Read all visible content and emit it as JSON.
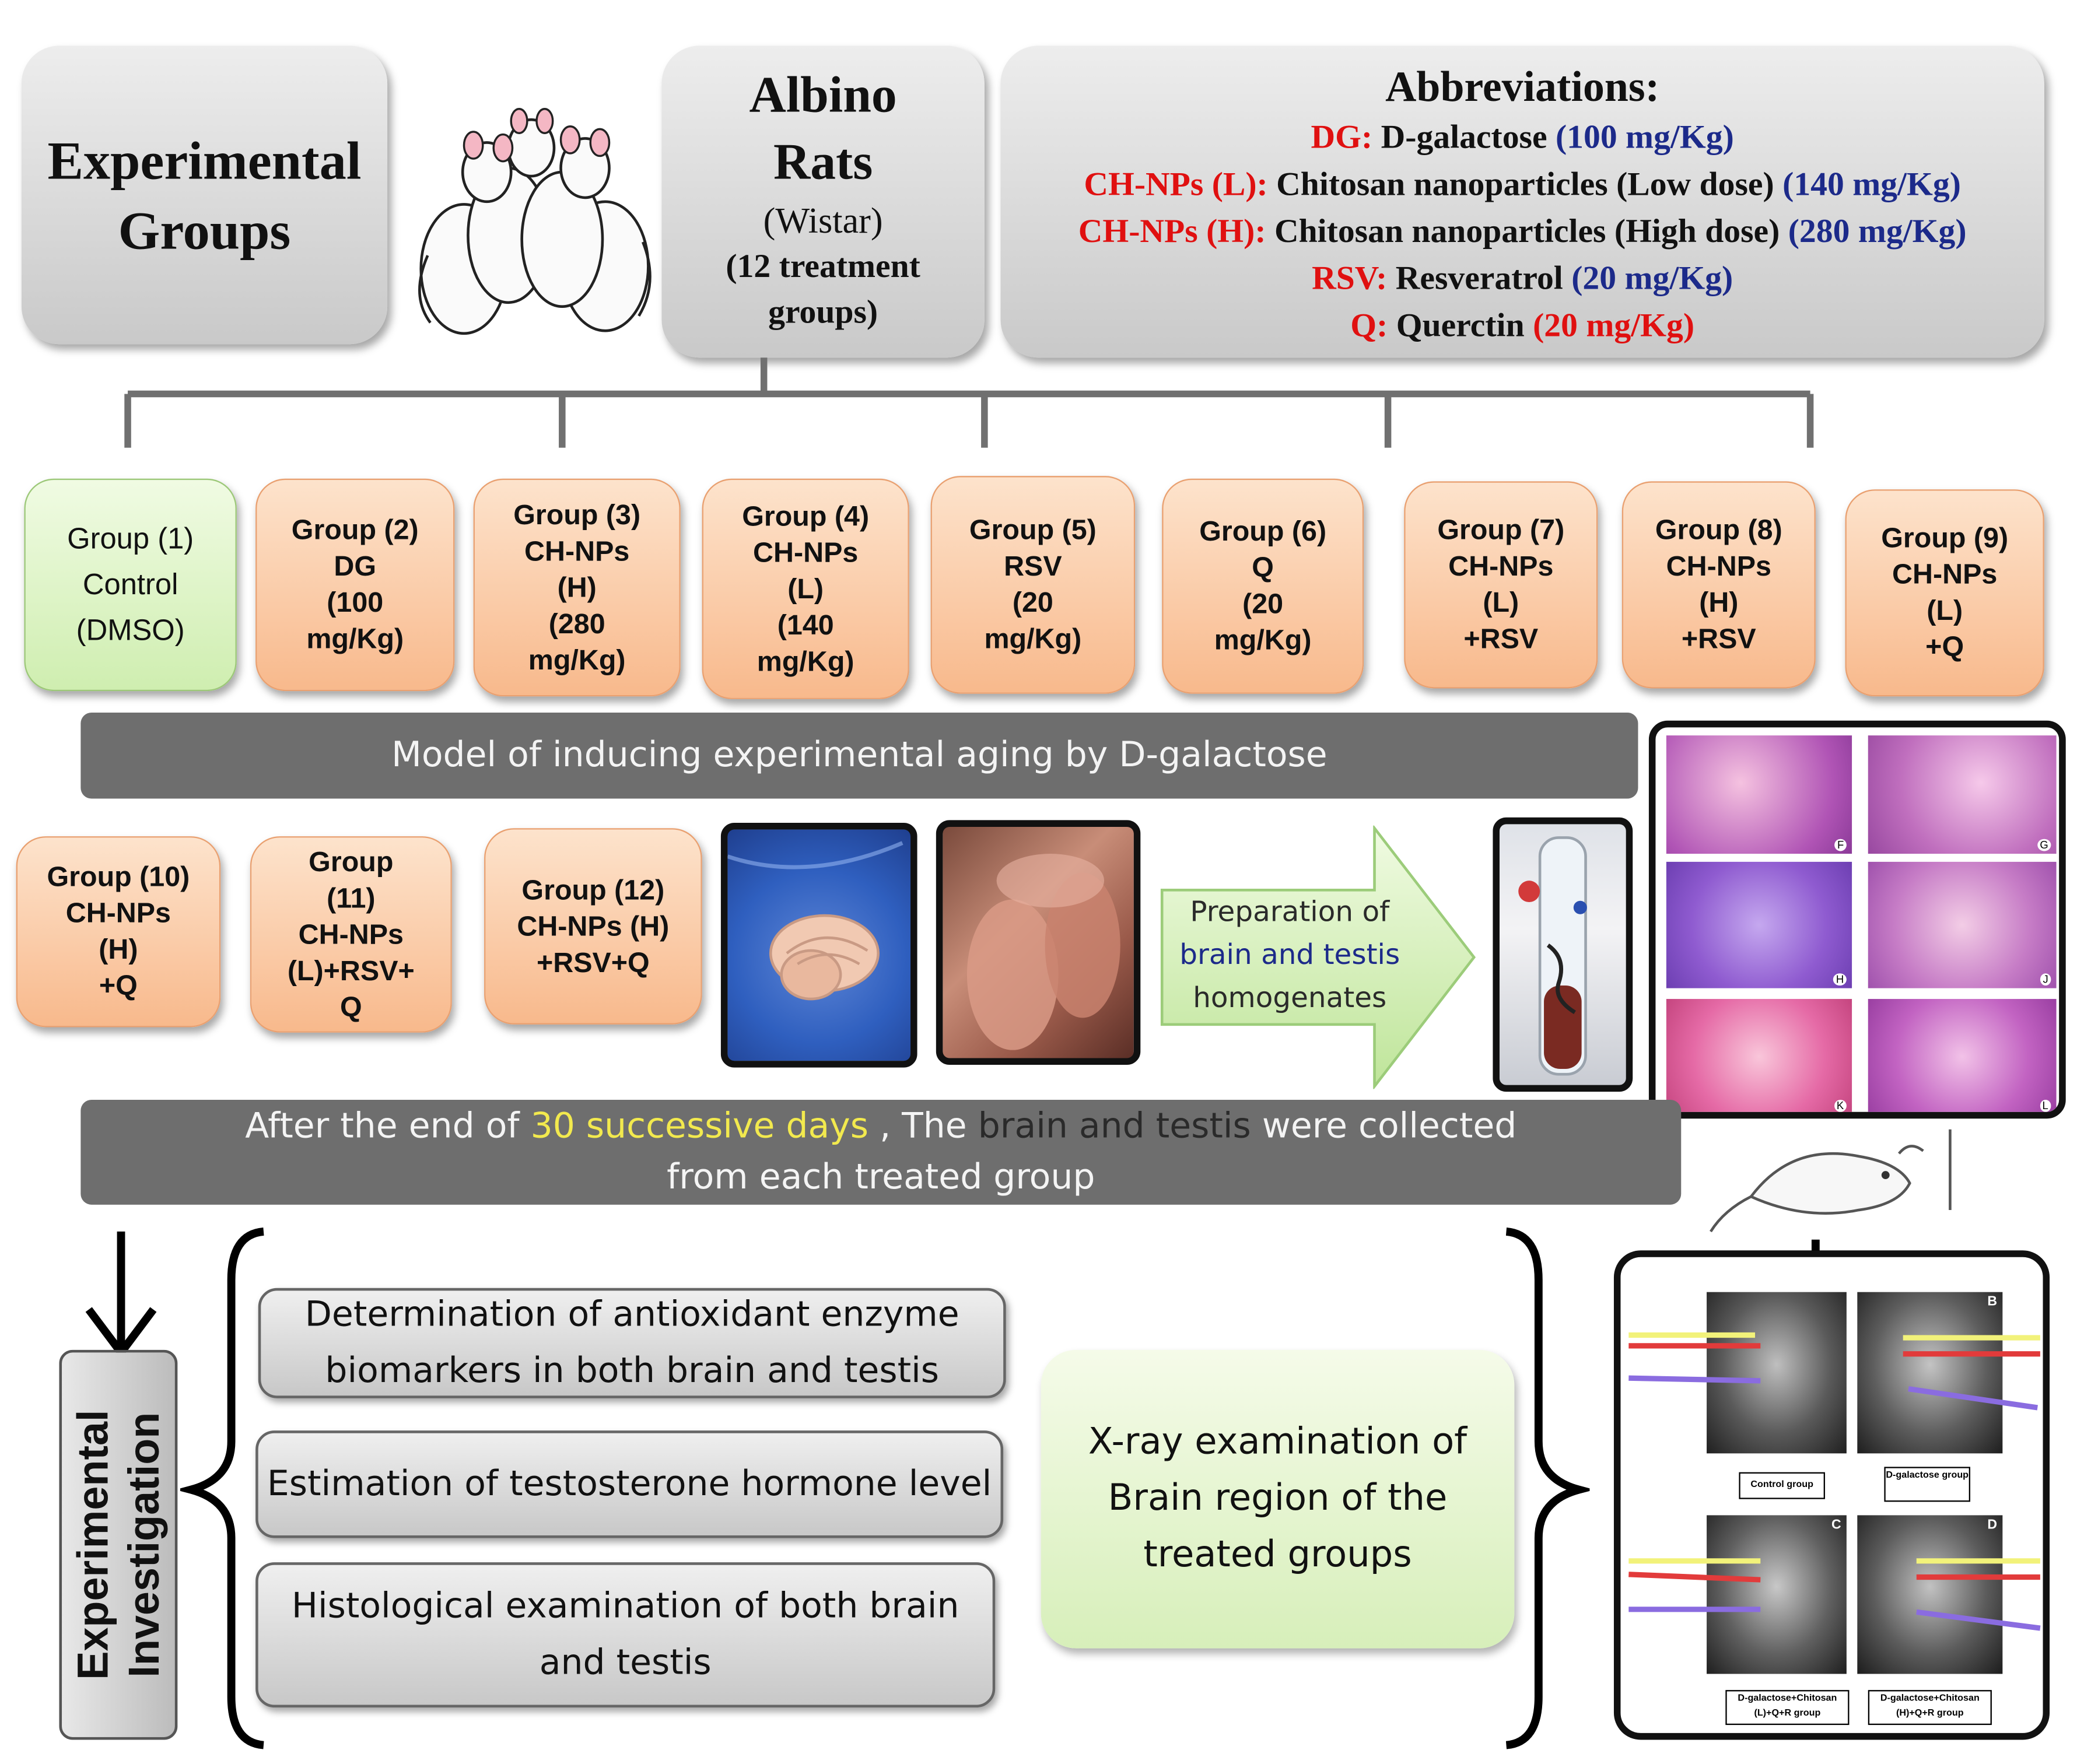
{
  "header": {
    "experimental_groups": [
      "Experimental",
      "Groups"
    ],
    "albino": {
      "title": [
        "Albino",
        "Rats"
      ],
      "strain": "(Wistar)",
      "count": [
        "(12 treatment",
        "groups)"
      ]
    }
  },
  "abbreviations": {
    "title": "Abbreviations:",
    "items": [
      {
        "abbr": "DG:",
        "name": " D-galactose ",
        "dose": "(100 mg/Kg)"
      },
      {
        "abbr": "CH-NPs (L):",
        "name": " Chitosan nanoparticles (Low dose) ",
        "dose": "(140 mg/Kg)"
      },
      {
        "abbr": "CH-NPs (H):",
        "name": " Chitosan nanoparticles (High  dose) ",
        "dose": "(280 mg/Kg)"
      },
      {
        "abbr": "RSV:",
        "name": " Resveratrol ",
        "dose": "(20 mg/Kg)"
      },
      {
        "abbr": "Q:",
        "name": " Querctin  ",
        "dose": "(20 mg/Kg)"
      }
    ]
  },
  "groups": [
    [
      "Group (1)",
      "Control",
      "(DMSO)"
    ],
    [
      "Group (2)",
      "DG",
      "(100",
      "mg/Kg)"
    ],
    [
      "Group (3)",
      "CH-NPs",
      "(H)",
      "(280",
      "mg/Kg)"
    ],
    [
      "Group (4)",
      "CH-NPs",
      "(L)",
      "(140",
      "mg/Kg)"
    ],
    [
      "Group (5)",
      "RSV",
      "(20",
      "mg/Kg)"
    ],
    [
      "Group (6)",
      "Q",
      "(20",
      "mg/Kg)"
    ],
    [
      "Group (7)",
      "CH-NPs",
      "(L)",
      "+RSV"
    ],
    [
      "Group (8)",
      "CH-NPs",
      "(H)",
      "+RSV"
    ],
    [
      "Group (9)",
      "CH-NPs",
      "(L)",
      "+Q"
    ],
    [
      "Group (10)",
      "CH-NPs",
      "(H)",
      "+Q"
    ],
    [
      "Group",
      "(11)",
      "CH-NPs",
      "(L)+RSV+",
      "Q"
    ],
    [
      "Group (12)",
      "CH-NPs (H)",
      "+RSV+Q"
    ]
  ],
  "model_banner": "Model of inducing experimental aging by D-galactose",
  "collection_banner": {
    "part1": "After the end of ",
    "highlight1": "30 successive days",
    "part2": " , The ",
    "highlight2": "brain and testis",
    "part3": " were collected",
    "line2": "from each treated group"
  },
  "preparation": [
    "Preparation of",
    "brain and testis",
    "homogenates"
  ],
  "investigation": {
    "label": [
      "Experimental",
      "Investigation"
    ],
    "items": [
      [
        "Determination of antioxidant enzyme",
        "biomarkers in both brain and testis"
      ],
      [
        "Estimation of testosterone hormone level"
      ],
      [
        "Histological examination of both brain",
        "and testis"
      ]
    ],
    "xray": [
      "X-ray examination of",
      "Brain region of the",
      "treated groups"
    ]
  },
  "histology_panels": [
    "F",
    "G",
    "H",
    "J",
    "K",
    "L"
  ],
  "xray_panels": {
    "letters": [
      "B",
      "C",
      "D"
    ],
    "labels": [
      "Control group",
      "D-galactose group",
      "D-galactose+Chitosan (L)+Q+R group",
      "D-galactose+Chitosan (H)+Q+R group"
    ]
  },
  "colors": {
    "orange": "#f8b98c",
    "green": "#cfeeb0",
    "banner": "#6e6e6e",
    "highlight": "#f2e94e",
    "red": "#e01010",
    "blue": "#1c2a8a"
  }
}
